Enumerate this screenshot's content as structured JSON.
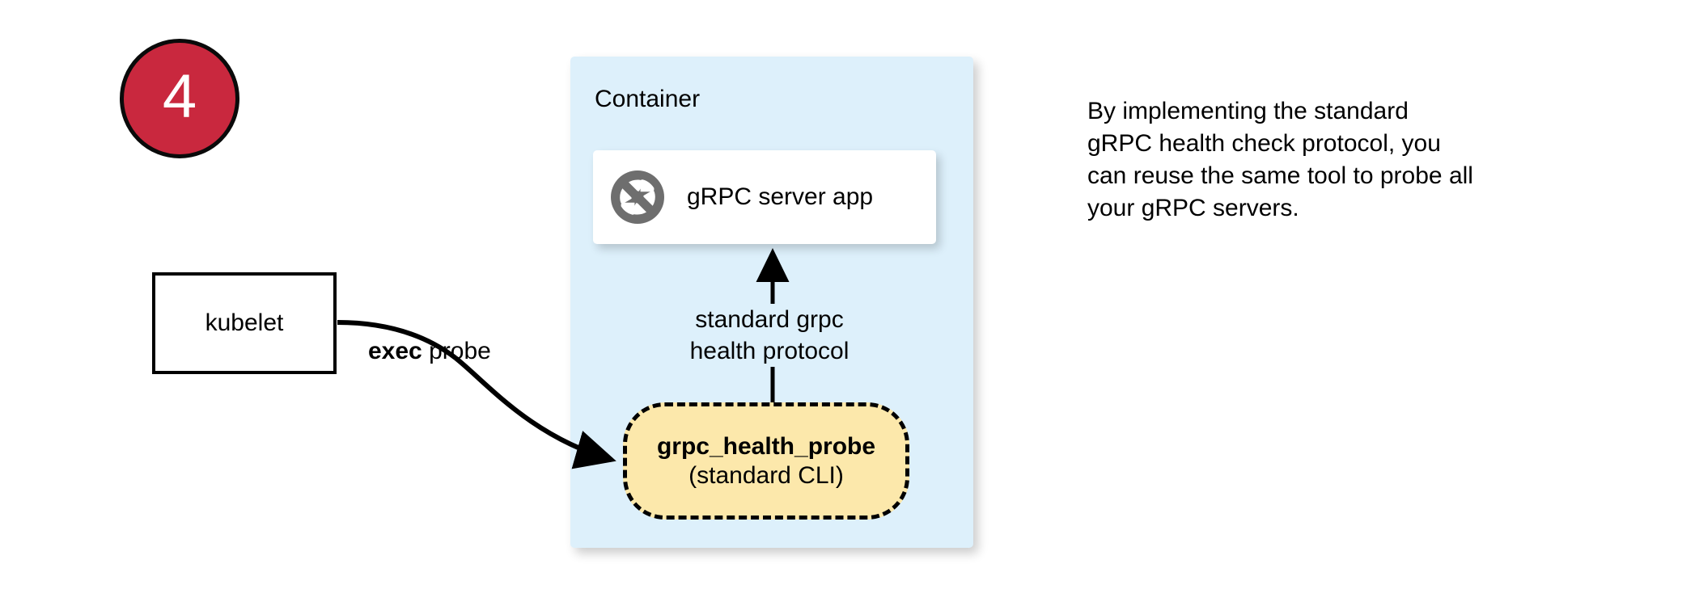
{
  "step": {
    "number": "4",
    "badge_fill": "#c9283e",
    "badge_text_color": "#ffffff"
  },
  "container": {
    "title": "Container",
    "fill": "#ddf0fb"
  },
  "server_card": {
    "label": "gRPC server app",
    "icon": "grpc-aperture-icon",
    "icon_color": "#6e6e6e",
    "fill": "#ffffff"
  },
  "probe": {
    "title": "grpc_health_probe",
    "subtitle": "(standard CLI)",
    "fill": "#fce8ab",
    "border": "#000000"
  },
  "kubelet": {
    "label": "kubelet",
    "fill": "#ffffff",
    "border": "#000000"
  },
  "edges": {
    "exec_bold": "exec",
    "exec_rest": " probe",
    "protocol_line1": "standard grpc",
    "protocol_line2": "health protocol"
  },
  "note": {
    "line1": "By implementing the standard",
    "line2": "gRPC health check protocol, you",
    "line3": "can reuse the same tool to probe all",
    "line4": "your gRPC servers."
  }
}
